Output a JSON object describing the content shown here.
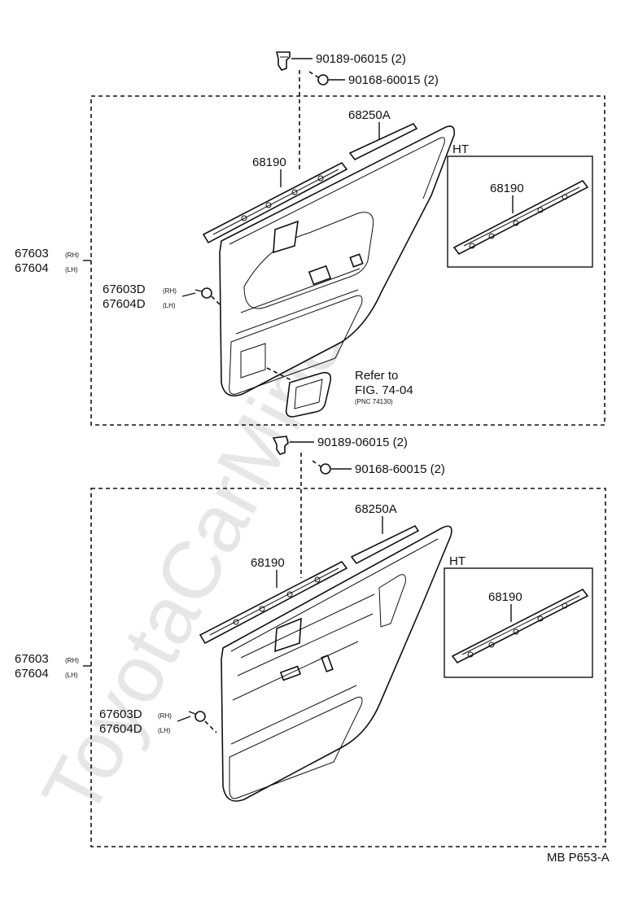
{
  "watermark": "ToyotaCarMiner.ru",
  "figure_code": "MB P653-A",
  "upper": {
    "bolt_label": "90189-06015 (2)",
    "screw_label": "90168-60015 (2)",
    "moulding_a": "68250A",
    "weatherstrip": "68190",
    "ht_title": "HT",
    "ht_part": "68190",
    "panel_rh": "67603",
    "panel_rh_tag": "(RH)",
    "panel_lh": "67604",
    "panel_lh_tag": "(LH)",
    "clip_rh": "67603D",
    "clip_rh_tag": "(RH)",
    "clip_lh": "67604D",
    "clip_lh_tag": "(LH)",
    "refer_line1": "Refer to",
    "refer_line2": "FIG. 74-04",
    "refer_line3": "(PNC 74130)"
  },
  "lower": {
    "bolt_label": "90189-06015 (2)",
    "screw_label": "90168-60015 (2)",
    "moulding_a": "68250A",
    "weatherstrip": "68190",
    "ht_title": "HT",
    "ht_part": "68190",
    "panel_rh": "67603",
    "panel_rh_tag": "(RH)",
    "panel_lh": "67604",
    "panel_lh_tag": "(LH)",
    "clip_rh": "67603D",
    "clip_rh_tag": "(RH)",
    "clip_lh": "67604D",
    "clip_lh_tag": "(LH)"
  }
}
